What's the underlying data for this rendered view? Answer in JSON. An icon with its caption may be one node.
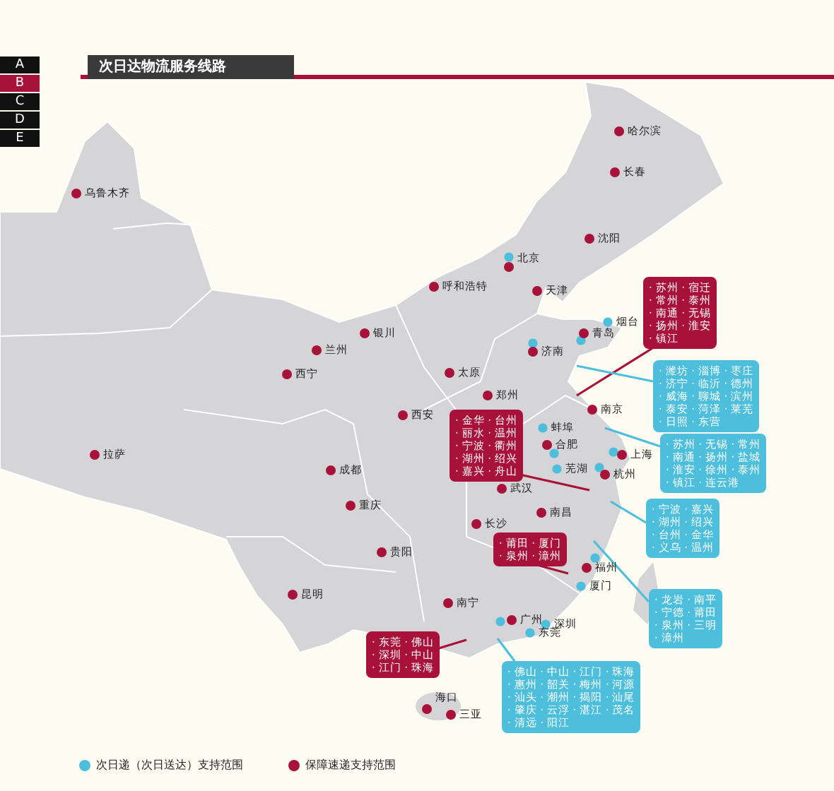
{
  "diagram": {
    "title": "次日达物流服务线路",
    "nodes": [
      {
        "text": [
          "· 苏州 · 宿迁",
          "· 常州 · 泰州",
          "· 南通 · 无锡",
          "· 扬州 · 淮安",
          "· 镇江"
        ]
      },
      {
        "text": [
          "· 潍坊 · 淄博 · 枣庄",
          "· 济宁 · 临沂 · 德州",
          "· 威海 · 聊城 · 滨州",
          "· 泰安 · 菏泽 · 莱芜",
          "· 日照 · 东营"
        ]
      },
      {
        "text": [
          "· 金华 · 台州",
          "· 丽水 · 温州",
          "· 宁波 · 衢州",
          "· 湖州 · 绍兴",
          "· 嘉兴 · 舟山"
        ]
      },
      {
        "text": [
          "· 苏州 · 无锡 · 常州",
          "· 南通 · 扬州 · 盐城",
          "· 淮安 · 徐州 · 泰州",
          "· 镇江 · 连云港"
        ]
      },
      {
        "text": [
          "· 宁波 · 嘉兴",
          "· 湖州 · 绍兴",
          "· 台州 · 金华",
          "· 义乌 · 温州"
        ]
      },
      {
        "text": [
          "· 莆田 · 厦门",
          "· 泉州 · 漳州"
        ]
      },
      {
        "text": [
          "· 龙岩 · 南平",
          "· 宁德 · 莆田",
          "· 泉州 · 三明",
          "· 漳州"
        ]
      },
      {
        "text": [
          "· 东莞 · 佛山",
          "· 深圳 · 中山",
          "· 江门 · 珠海"
        ]
      },
      {
        "text": [
          "· 佛山 · 中山 · 江门 · 珠海",
          "· 惠州 · 韶关 · 梅州 · 河源",
          "· 汕头 · 潮州 · 揭阳 · 汕尾",
          "· 肇庆 · 云浮 · 湛江 · 茂名",
          "· 清远 · 阳江"
        ]
      }
    ],
    "edges": [
      {
        "from": 0,
        "to": null,
        "arrow": "none",
        "color": "#a8123a"
      },
      {
        "from": 1,
        "to": null,
        "arrow": "none"
      },
      {
        "from": 2,
        "to": null,
        "arrow": "none",
        "color": "#a8123a"
      },
      {
        "from": 3,
        "to": null,
        "arrow": "none"
      },
      {
        "from": 4,
        "to": null,
        "arrow": "none"
      },
      {
        "from": 5,
        "to": null,
        "arrow": "none",
        "color": "#a8123a"
      },
      {
        "from": 6,
        "to": null,
        "arrow": "none"
      },
      {
        "from": 7,
        "to": null,
        "arrow": "none",
        "color": "#a8123a"
      },
      {
        "from": 8,
        "to": null,
        "arrow": "none"
      }
    ],
    "labels": [
      "A",
      "B",
      "C",
      "D",
      "E",
      "哈尔滨",
      "长春",
      "乌鲁木齐",
      "沈阳",
      "北京",
      "呼和浩特",
      "天津",
      "烟台",
      "青岛",
      "银川",
      "兰州",
      "济南",
      "太原",
      "西宁",
      "郑州",
      "南京",
      "西安",
      "蚌埠",
      "合肥",
      "上海",
      "拉萨",
      "芜湖",
      "成都",
      "杭州",
      "武汉",
      "重庆",
      "南昌",
      "长沙",
      "贵阳",
      "福州",
      "厦门",
      "昆明",
      "南宁",
      "广州",
      "深圳",
      "东莞",
      "海口",
      "三亚"
    ],
    "legend": [
      {
        "text": "次日递（次日送达）支持范围",
        "color": "#4dbfdc"
      },
      {
        "text": "保障速递支持范围",
        "color": "#a8123a"
      }
    ]
  }
}
